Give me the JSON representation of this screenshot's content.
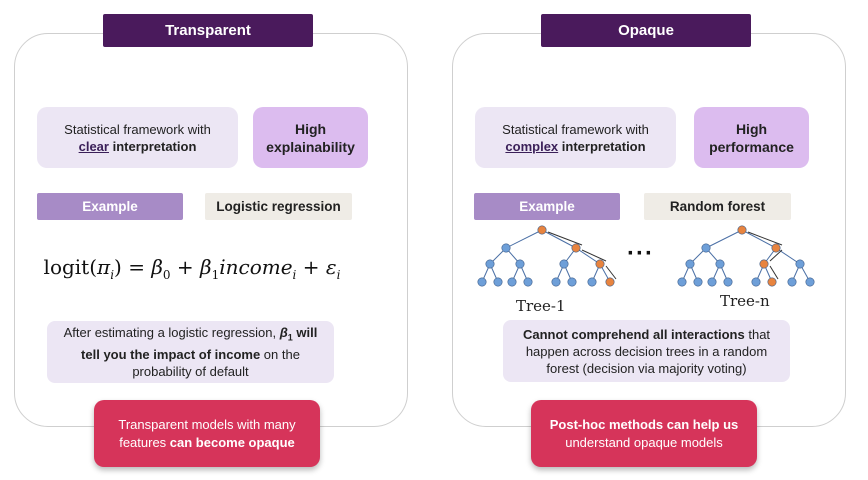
{
  "left": {
    "title": "Transparent",
    "framework_pre": "Statistical framework with",
    "framework_ul": "clear",
    "framework_post": " interpretation",
    "badge": "High explainability",
    "example_label": "Example",
    "example_value": "Logistic regression",
    "formula": {
      "fn": "logit",
      "arg": "π",
      "sub_i": "i",
      "beta0": "β",
      "sub0": "0",
      "beta1": "β",
      "sub1": "1",
      "var": "income",
      "eps": "ε"
    },
    "note_pre": "After estimating a logistic regression, ",
    "note_beta": "β",
    "note_beta_sub": "1",
    "note_bold": " will tell you the impact of income",
    "note_post": " on the probability of default",
    "callout_pre": "Transparent models with many features ",
    "callout_bold": "can become opaque"
  },
  "right": {
    "title": "Opaque",
    "framework_pre": "Statistical framework with",
    "framework_ul": "complex",
    "framework_post": " interpretation",
    "badge": "High performance",
    "example_label": "Example",
    "example_value": "Random forest",
    "tree1_label": "Tree-1",
    "treen_label": "Tree-n",
    "ellipsis": "···",
    "note_bold": "Cannot comprehend all interactions",
    "note_post": " that happen across decision trees in a random forest (decision via majority voting)",
    "callout_bold": "Post-hoc methods can help us",
    "callout_post": " understand opaque models"
  },
  "colors": {
    "title_bg": "#4a1a5c",
    "lavender": "#ece6f4",
    "violet": "#dcbcef",
    "example_pill": "#a78bc6",
    "beige": "#efece6",
    "callout_red": "#d6345a",
    "node_blue": "#6e9fd8",
    "node_orange": "#e8843f"
  }
}
